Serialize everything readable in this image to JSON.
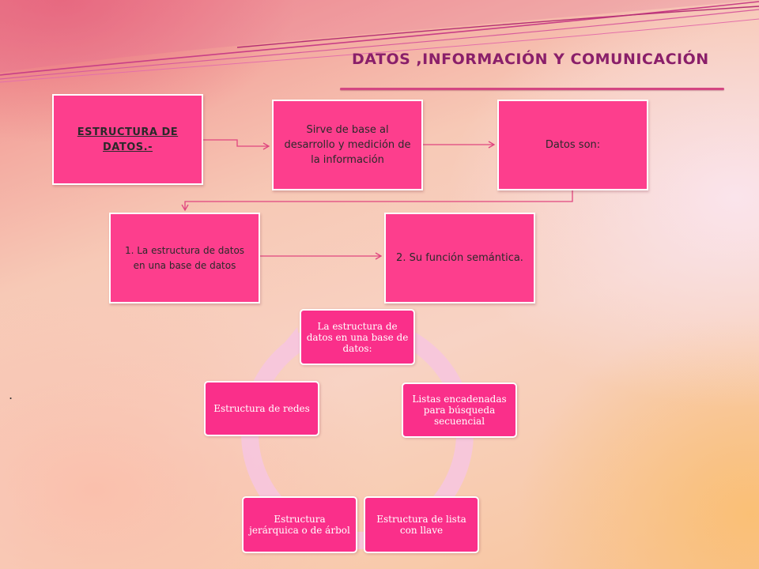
{
  "title": "DATOS ,INFORMACIÓN Y COMUNICACIÓN",
  "boxes": {
    "estructura": "ESTRUCTURA DE DATOS.-",
    "sirve": "Sirve de base al desarrollo y medición de la información",
    "datos_son": "Datos son:",
    "item1": "1. La estructura de datos en una base de datos",
    "item2": "2. Su función semántica."
  },
  "cycle": [
    "La estructura de datos en una base de datos:",
    "Listas encadenadas para búsqueda secuencial",
    "Estructura de lista con llave",
    "Estructura jerárquica o de árbol",
    "Estructura de redes"
  ],
  "bullet": ".",
  "colors": {
    "box_fill": "#fd3e8d",
    "cycle_box_fill": "#fa2f8a",
    "title_color": "#8a1f6a",
    "arrow_color": "#e0457f",
    "cycle_ring": "#f7c6dc"
  }
}
